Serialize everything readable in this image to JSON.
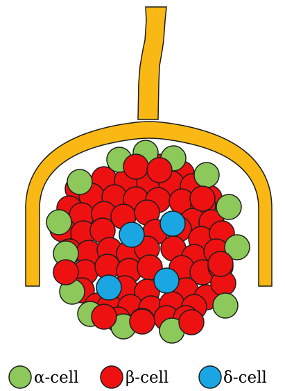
{
  "legend": {
    "alpha_label": "α-cell",
    "beta_label": "β-cell",
    "delta_label": "δ-cell"
  },
  "colors": {
    "duct": "#f9b814",
    "alpha": "#8cc95a",
    "beta": "#ee1111",
    "delta": "#19a6e3",
    "outline": "#1c1c1c"
  }
}
